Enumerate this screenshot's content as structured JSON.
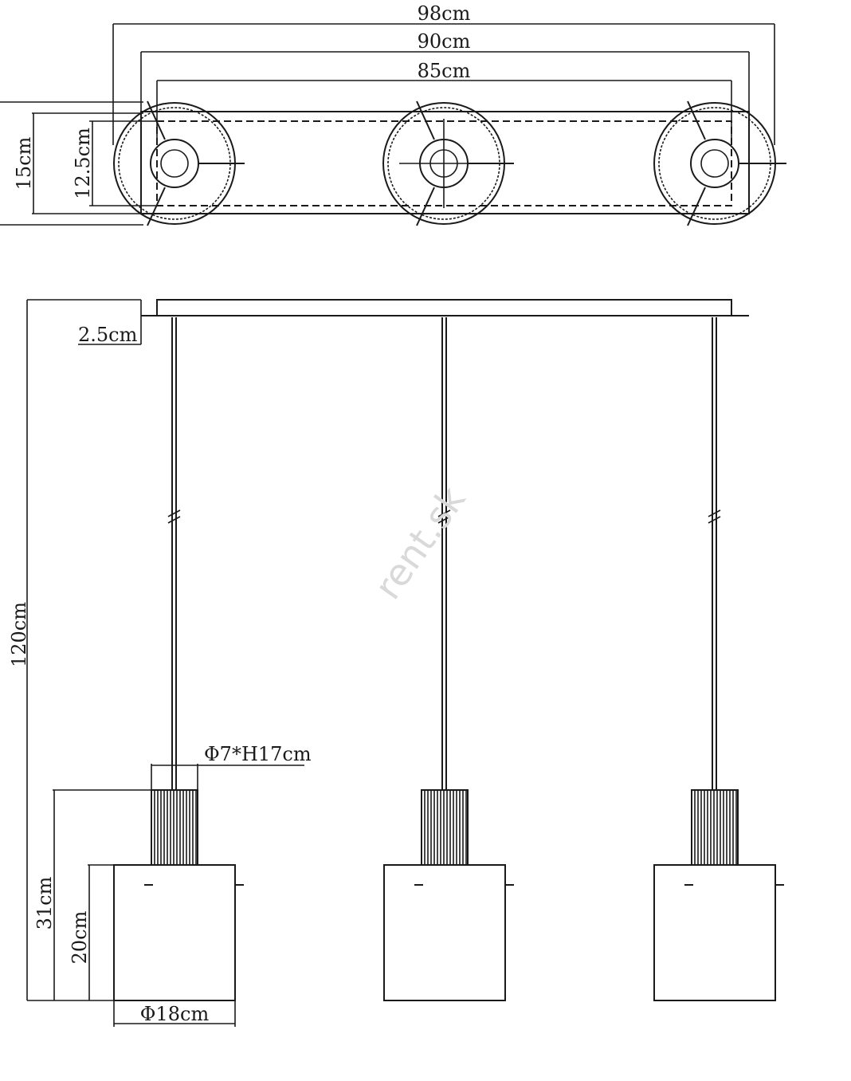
{
  "top_view": {
    "width_outer": "98cm",
    "width_mid": "90cm",
    "width_inner": "85cm",
    "depth_outer": "15cm",
    "depth_inner": "12.5cm",
    "lamp_count": 3
  },
  "side_view": {
    "canopy_height": "2.5cm",
    "total_height": "120cm",
    "holder_size": "Φ7*H17cm",
    "lamp_height": "31cm",
    "shade_height": "20cm",
    "shade_diameter": "Φ18cm"
  },
  "watermark": "rent.sk",
  "colors": {
    "line": "#1a1a1a",
    "watermark": "#d9d9d9"
  }
}
